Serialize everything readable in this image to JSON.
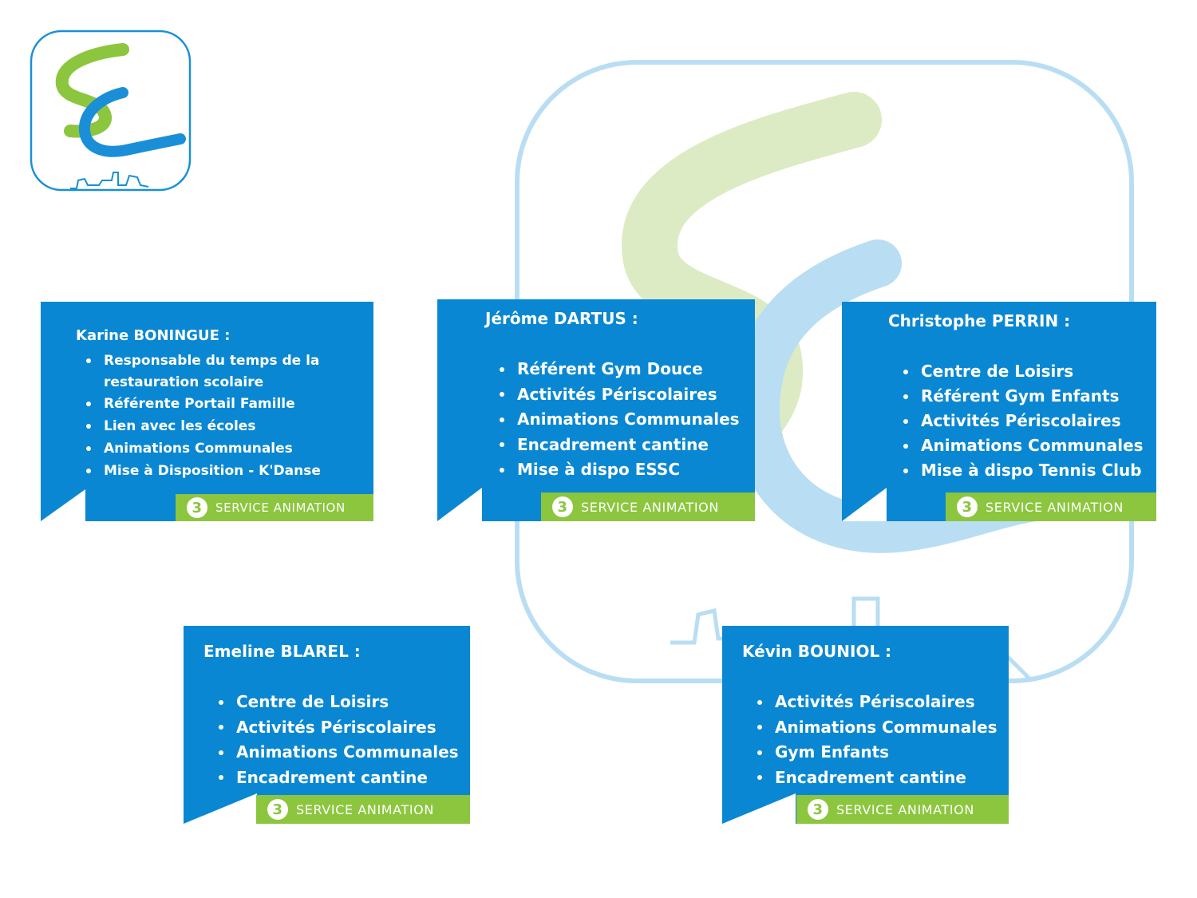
{
  "colors": {
    "card_blue": "#0a87d2",
    "badge_green": "#8cc63f",
    "logo_green": "#8cc63f",
    "logo_blue": "#1a8fd8",
    "watermark_blue": "#b9def3",
    "watermark_green": "#dcebc3"
  },
  "logo": {
    "icon": "sc-town-logo"
  },
  "badge_text": "SERVICE ANIMATION",
  "badge_number": "3",
  "cards": [
    {
      "name": "Karine BONINGUE :",
      "items": [
        "Responsable du temps de la",
        "restauration scolaire",
        "Référente Portail Famille",
        "Lien avec les écoles",
        "Animations Communales",
        "Mise à Disposition - K'Danse"
      ]
    },
    {
      "name": "Jérôme DARTUS :",
      "items": [
        "Référent Gym Douce",
        "Activités Périscolaires",
        "Animations Communales",
        "Encadrement cantine",
        "Mise à dispo ESSC"
      ]
    },
    {
      "name": "Christophe PERRIN :",
      "items": [
        "Centre de Loisirs",
        "Référent Gym Enfants",
        "Activités Périscolaires",
        "Animations Communales",
        "Mise à dispo Tennis Club"
      ]
    },
    {
      "name": "Emeline BLAREL :",
      "items": [
        "Centre de Loisirs",
        "Activités Périscolaires",
        "Animations Communales",
        "Encadrement cantine"
      ]
    },
    {
      "name": "Kévin BOUNIOL :",
      "items": [
        "Activités Périscolaires",
        "Animations Communales",
        "Gym Enfants",
        "Encadrement cantine"
      ]
    }
  ]
}
